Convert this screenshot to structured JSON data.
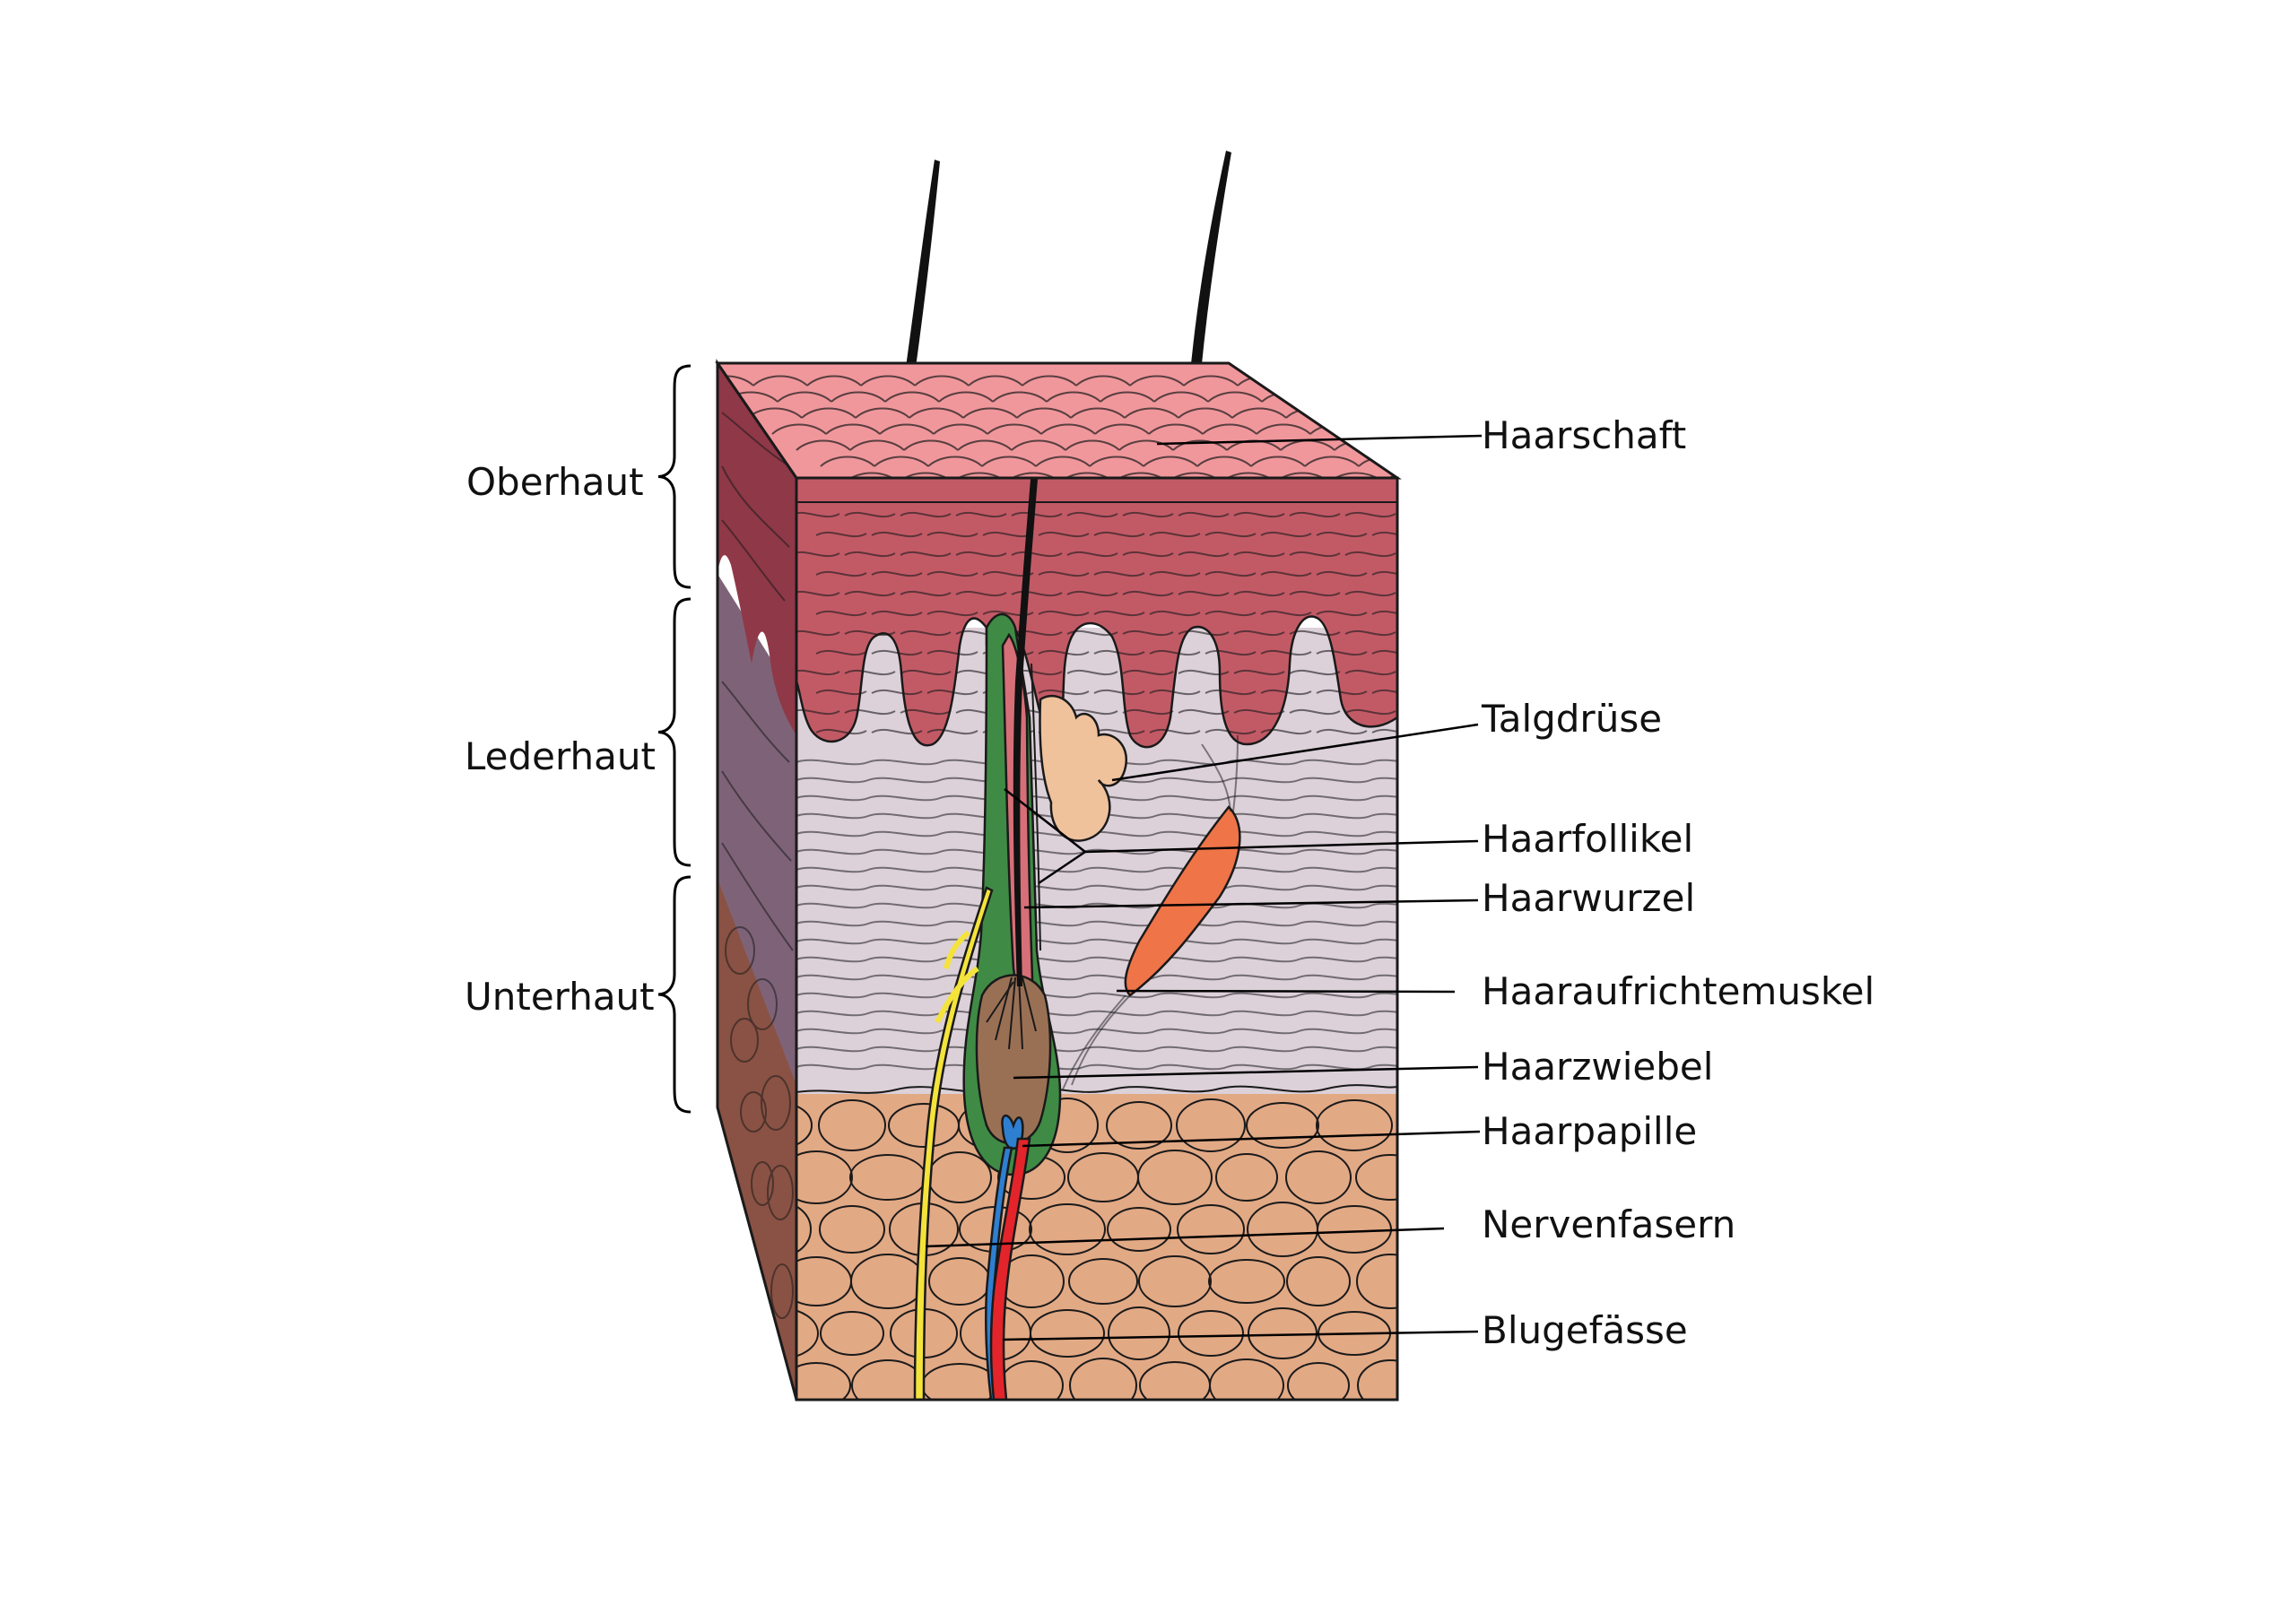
{
  "layers": [
    {
      "id": "oberhaut",
      "label": "Oberhaut"
    },
    {
      "id": "lederhaut",
      "label": "Lederhaut"
    },
    {
      "id": "unterhaut",
      "label": "Unterhaut"
    }
  ],
  "structures": [
    {
      "id": "haarschaft",
      "label": "Haarschaft"
    },
    {
      "id": "talgdruese",
      "label": "Talgdrüse"
    },
    {
      "id": "haarfollikel",
      "label": "Haarfollikel"
    },
    {
      "id": "haarwurzel",
      "label": "Haarwurzel"
    },
    {
      "id": "haaraufrichtemuskel",
      "label": "Haaraufrichtemuskel"
    },
    {
      "id": "haarzwiebel",
      "label": "Haarzwiebel"
    },
    {
      "id": "haarpapille",
      "label": "Haarpapille"
    },
    {
      "id": "nervenfasern",
      "label": "Nervenfasern"
    },
    {
      "id": "blutgefaesse",
      "label": "Blugefässe"
    }
  ],
  "colors": {
    "epidermis_top": "#f0979c",
    "epidermis": "#c25a66",
    "epidermis_side": "#8f3848",
    "dermis": "#dcd0d9",
    "dermis_side": "#7e6378",
    "fat": "#e2a985",
    "fat_side": "#8a5244",
    "follicle": "#3f8b45",
    "root": "#d76f78",
    "bulb": "#9a7055",
    "gland": "#efc29c",
    "muscle": "#ef7448",
    "nerve": "#f4e33b",
    "artery": "#e3242b",
    "vein": "#2f7fd1",
    "hair": "#111111"
  }
}
